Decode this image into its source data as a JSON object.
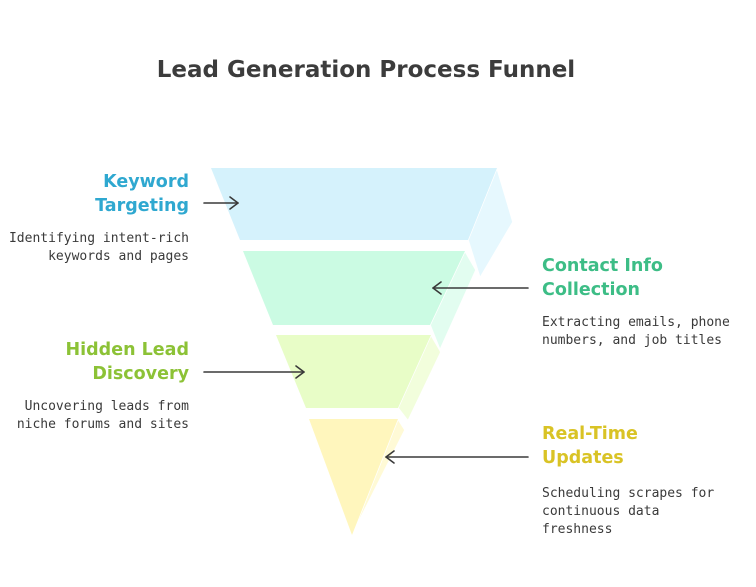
{
  "title": "Lead Generation Process Funnel",
  "stages": [
    {
      "heading_line1": "Keyword",
      "heading_line2": "Targeting",
      "description_line1": "Identifying intent-rich",
      "description_line2": "keywords and pages",
      "description_line3": "",
      "color": "#2fa8d0",
      "fill": "#d5f2fc",
      "side_fill": "#e6f8fe"
    },
    {
      "heading_line1": "Contact Info",
      "heading_line2": "Collection",
      "description_line1": "Extracting emails, phone",
      "description_line2": "numbers, and job titles",
      "description_line3": "",
      "color": "#3dbd86",
      "fill": "#cbfbe3",
      "side_fill": "#e2fdf0"
    },
    {
      "heading_line1": "Hidden Lead",
      "heading_line2": "Discovery",
      "description_line1": "Uncovering leads from",
      "description_line2": "niche forums and sites",
      "description_line3": "",
      "color": "#8cc236",
      "fill": "#e8fdc7",
      "side_fill": "#f2fedc"
    },
    {
      "heading_line1": "Real-Time",
      "heading_line2": "Updates",
      "description_line1": "Scheduling scrapes for",
      "description_line2": "continuous data",
      "description_line3": "freshness",
      "color": "#d9c325",
      "fill": "#fff6bd",
      "side_fill": "#fffad6"
    }
  ]
}
